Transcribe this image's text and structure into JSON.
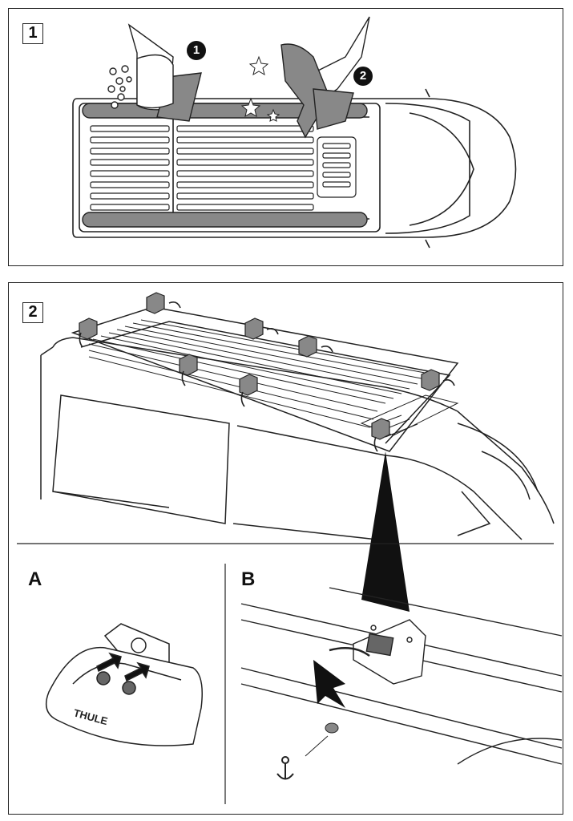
{
  "steps": {
    "step1": {
      "number": "1",
      "callout_a": "1",
      "callout_b": "2"
    },
    "step2": {
      "number": "2",
      "detail_a": "A",
      "detail_b": "B",
      "logo_text": "THULE"
    }
  },
  "icons": [
    "sparkle-icon",
    "anchor-icon",
    "rotate-arrow-icon",
    "down-arrow-icon"
  ]
}
